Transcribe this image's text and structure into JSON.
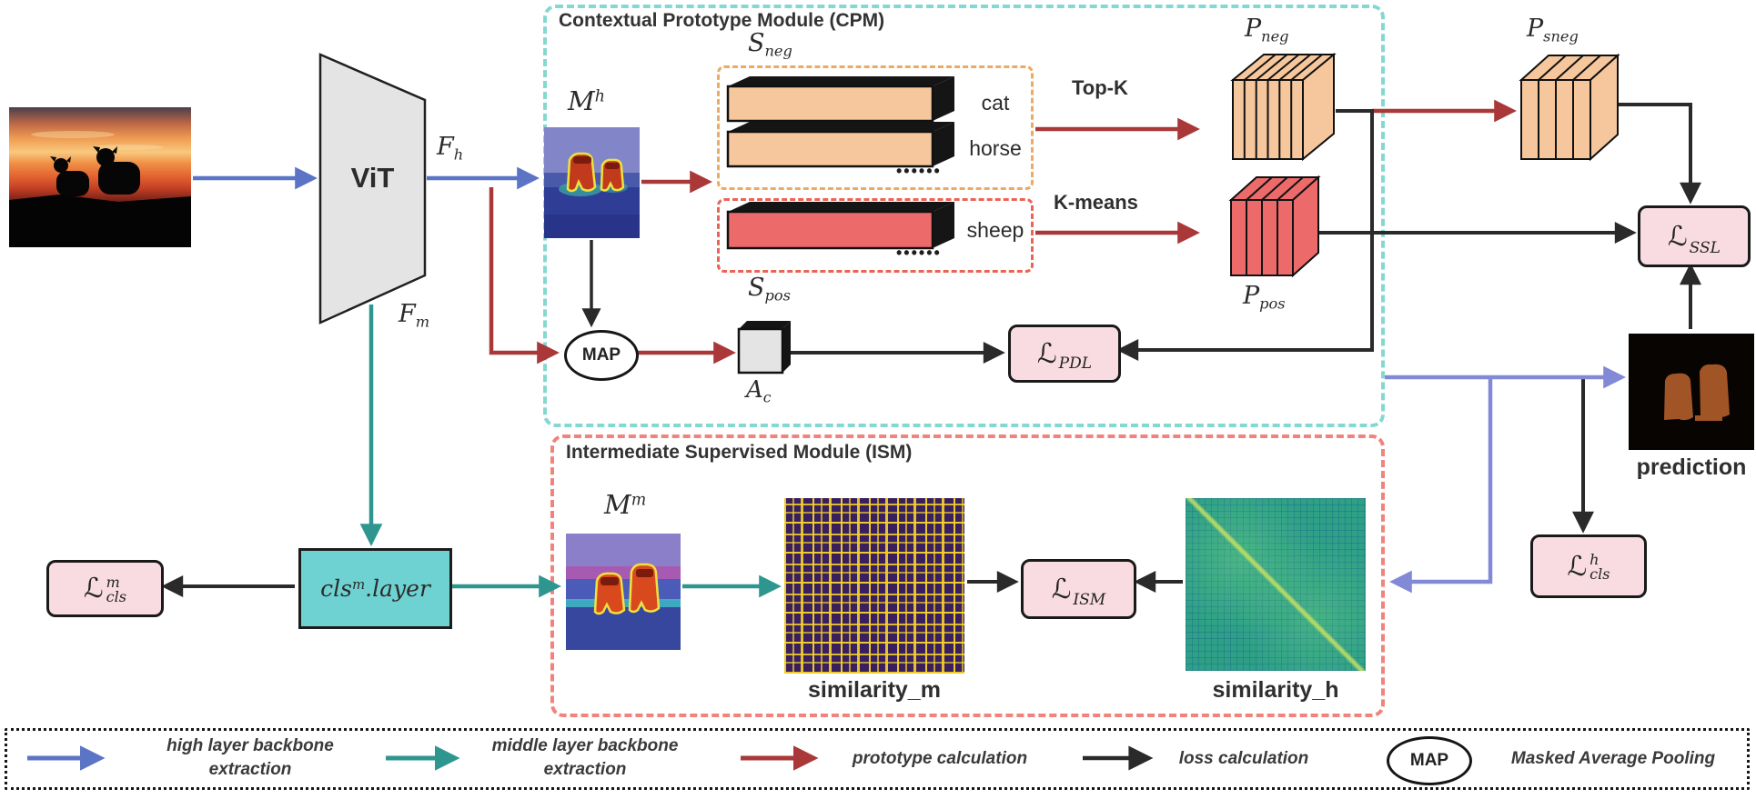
{
  "diagram": {
    "vit_label": "ViT",
    "features": {
      "fh": {
        "base": "F",
        "sub": "h"
      },
      "fm": {
        "base": "F",
        "sub": "m"
      }
    },
    "cpm": {
      "title": "Contextual Prototype Module (CPM)",
      "mh": {
        "base": "M",
        "sup": "h"
      },
      "sneg": {
        "base": "S",
        "sub": "neg"
      },
      "spos": {
        "base": "S",
        "sub": "pos"
      },
      "bar_cat": "cat",
      "bar_horse": "horse",
      "bar_sheep": "sheep",
      "dots": "••••••",
      "topk": "Top-K",
      "kmeans": "K-means",
      "pneg": {
        "base": "P",
        "sub": "neg"
      },
      "ppos": {
        "base": "P",
        "sub": "pos"
      },
      "map_label": "MAP",
      "ac": {
        "base": "A",
        "sub": "c"
      },
      "loss_pdl": {
        "base": "ℒ",
        "sub": "PDL"
      }
    },
    "psneg": {
      "base": "P",
      "sub": "sneg"
    },
    "loss_ssl": {
      "base": "ℒ",
      "sub": "SSL"
    },
    "prediction_label": "prediction",
    "loss_cls_h": {
      "base": "ℒ",
      "sup": "h",
      "sub": "cls"
    },
    "ism": {
      "title": "Intermediate Supervised Module (ISM)",
      "mm": {
        "base": "M",
        "sup": "m"
      },
      "similarity_m_label": "similarity_m",
      "similarity_h_label": "similarity_h",
      "loss_ism": {
        "base": "ℒ",
        "sub": "ISM"
      }
    },
    "cls_layer": {
      "p1": "cls",
      "sup": "m",
      "p2": ".layer"
    },
    "loss_cls_m": {
      "base": "ℒ",
      "sup": "m",
      "sub": "cls"
    }
  },
  "legend": {
    "items": [
      {
        "label": "high layer backbone extraction",
        "color": "#5b74c6"
      },
      {
        "label": "middle layer backbone extraction",
        "color": "#2f968f"
      },
      {
        "label": "prototype calculation",
        "color": "#aa3838"
      },
      {
        "label": "loss calculation",
        "color": "#2a2a2a"
      },
      {
        "symbol": "MAP",
        "label": "Masked Average Pooling"
      }
    ]
  },
  "colors": {
    "cpm_border": "#84d8d2",
    "ism_border": "#f0837c",
    "sneg_border": "#edaa62",
    "spos_border": "#ea6456",
    "orange_proto": "#f6c79c",
    "red_proto": "#ed6a6a",
    "loss_box_fill": "#f9dce2",
    "cls_box_fill": "#6fd2d2",
    "arrow_high": "#5b74c6",
    "arrow_mid": "#2f968f",
    "arrow_proto": "#aa3838",
    "arrow_loss": "#2a2a2a",
    "arrow_prediction": "#8289d6"
  }
}
